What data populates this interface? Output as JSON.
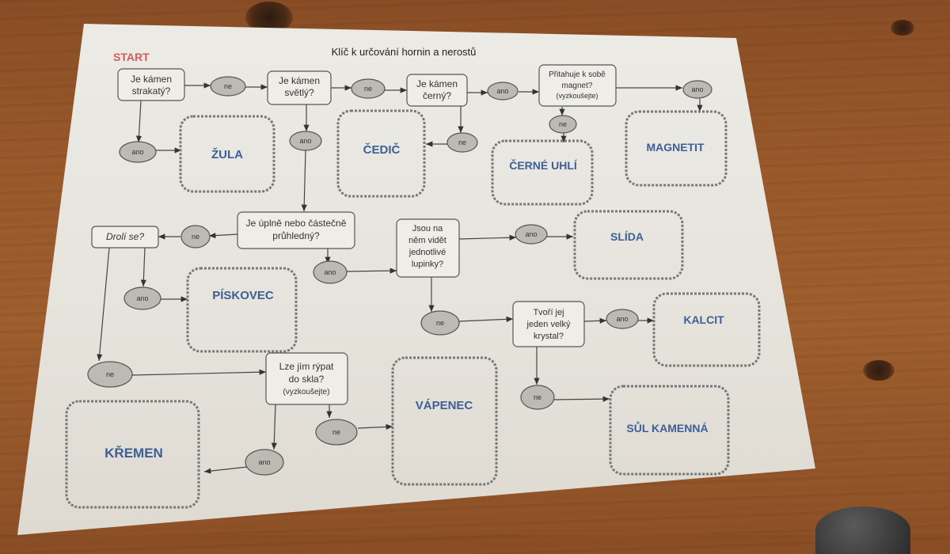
{
  "title": "Klíč k určování hornin a nerostů",
  "start_label": "START",
  "questions": {
    "strakaty": [
      "Je kámen",
      "strakatý?"
    ],
    "svetly": [
      "Je kámen",
      "světlý?"
    ],
    "cerny": [
      "Je kámen",
      "černý?"
    ],
    "magnet": [
      "Přitahuje k sobě",
      "magnet?",
      "(vyzkoušejte)"
    ],
    "pruhledny": [
      "Je úplně nebo částečně",
      "průhledný?"
    ],
    "drolise": [
      "Drolí se?"
    ],
    "lupinky": [
      "Jsou na",
      "něm vidět",
      "jednotlivé",
      "lupinky?"
    ],
    "krystal": [
      "Tvoří jej",
      "jeden velký",
      "krystal?"
    ],
    "sklo": [
      "Lze jím rýpat",
      "do skla?",
      "(vyzkoušejte)"
    ]
  },
  "answers": {
    "yes": "ano",
    "no": "ne"
  },
  "results": {
    "zula": "ŽULA",
    "cedic": "ČEDIČ",
    "cerne_uhli": "ČERNÉ UHLÍ",
    "magnetit": "MAGNETIT",
    "slida": "SLÍDA",
    "piskovec": "PÍSKOVEC",
    "kalcit": "KALCIT",
    "vapenec": "VÁPENEC",
    "sul_kamenna": "SŮL KAMENNÁ",
    "kremen": "KŘEMEN"
  },
  "colors": {
    "start": "#d65a5a",
    "result_text": "#3d5f95",
    "oval_fill": "#bdb9b3"
  }
}
